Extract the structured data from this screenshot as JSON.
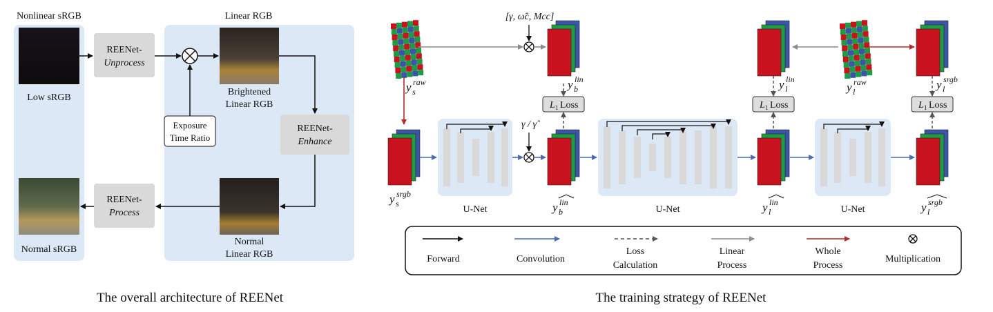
{
  "left": {
    "section_nonlinear": "Nonlinear sRGB",
    "section_linear": "Linear RGB",
    "low_srgb": "Low sRGB",
    "normal_srgb": "Normal sRGB",
    "unprocess": {
      "line1": "REENet-",
      "line2": "Unprocess"
    },
    "enhance": {
      "line1": "REENet-",
      "line2": "Enhance"
    },
    "process": {
      "line1": "REENet-",
      "line2": "Process"
    },
    "exposure": {
      "line1": "Exposure",
      "line2": "Time Ratio"
    },
    "brightened": {
      "line1": "Brightened",
      "line2": "Linear RGB"
    },
    "normal_linear": {
      "line1": "Normal",
      "line2": "Linear RGB"
    },
    "caption": "The overall architecture of REENet"
  },
  "right": {
    "unet_label": "U-Net",
    "loss_label": "Loss",
    "loss_prefix": "L",
    "loss_sub": "1",
    "ratio": "γ / γ̂",
    "params": "[γ, ω̂c, Mcc]",
    "caption": "The training strategy of REENet",
    "vars": {
      "ys_raw": {
        "base": "y",
        "sub": "s",
        "sup": "raw"
      },
      "ys_srgb": {
        "base": "y",
        "sub": "s",
        "sup": "srgb"
      },
      "yb_lin": {
        "base": "y",
        "sub": "b",
        "sup": "lin"
      },
      "yb_lin_hat": {
        "base": "y",
        "sub": "b",
        "sup": "lin"
      },
      "yl_lin": {
        "base": "y",
        "sub": "l",
        "sup": "lin"
      },
      "yl_lin_hat": {
        "base": "y",
        "sub": "l",
        "sup": "lin"
      },
      "yl_raw": {
        "base": "y",
        "sub": "l",
        "sup": "raw"
      },
      "yl_srgb": {
        "base": "y",
        "sub": "l",
        "sup": "srgb"
      },
      "yl_srgb_hat": {
        "base": "y",
        "sub": "l",
        "sup": "srgb"
      }
    },
    "legend": {
      "forward": "Forward",
      "convolution": "Convolution",
      "loss": {
        "line1": "Loss",
        "line2": "Calculation"
      },
      "linear": {
        "line1": "Linear",
        "line2": "Process"
      },
      "whole": {
        "line1": "Whole",
        "line2": "Process"
      },
      "multiplication": "Multiplication"
    }
  },
  "colors": {
    "panel_blue": "#dce8f5",
    "module_gray": "#d9d9d9",
    "conv_blue": "#4a6bb5",
    "linear_gray": "#8c8c8c",
    "whole_red": "#b52a2a",
    "channel_red": "#c8121e",
    "channel_green": "#1f9b46",
    "channel_blue": "#3d55a8"
  }
}
